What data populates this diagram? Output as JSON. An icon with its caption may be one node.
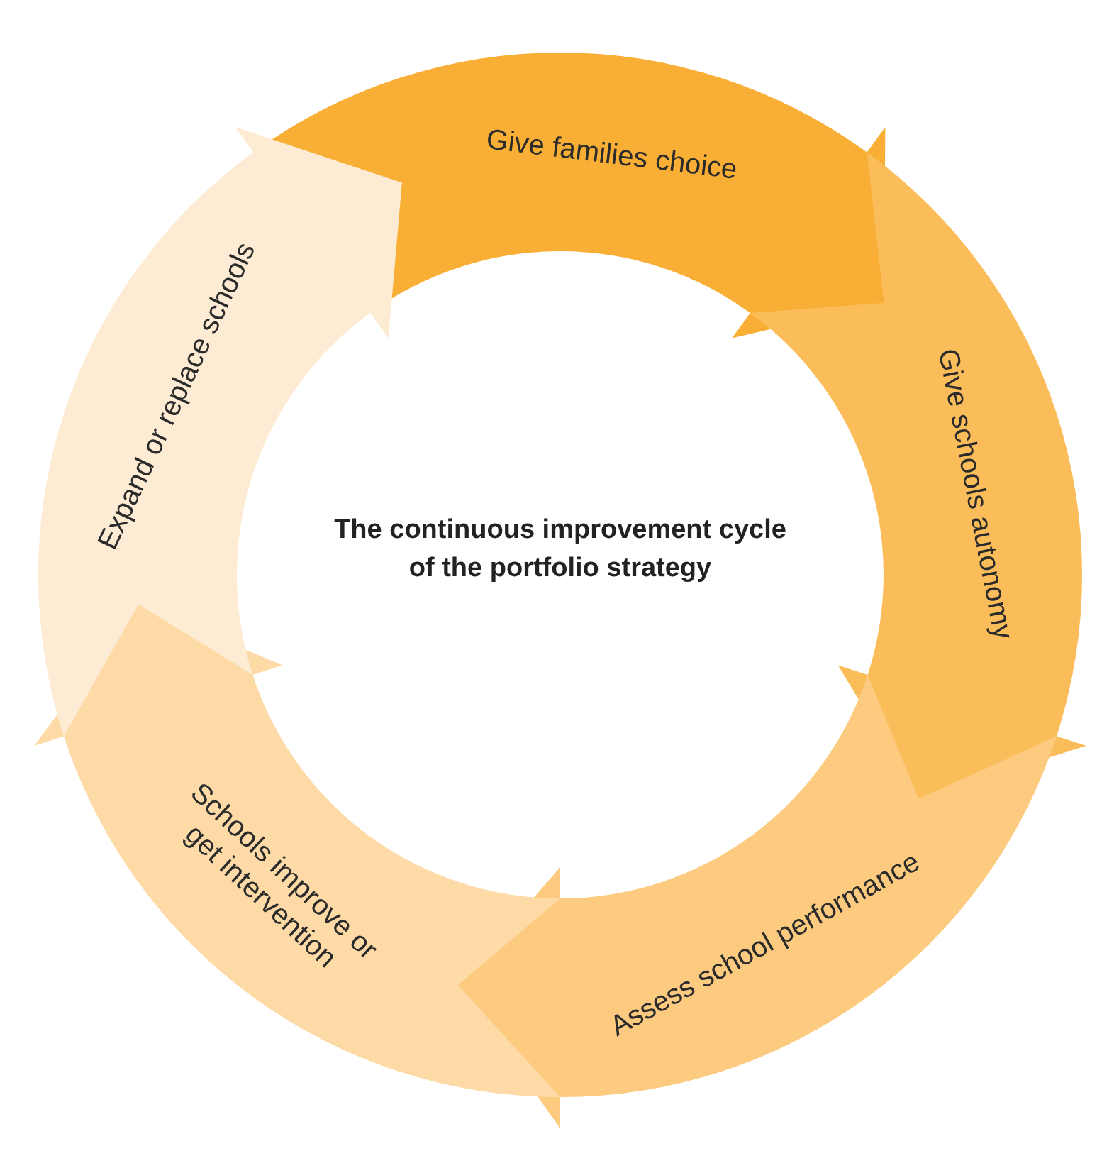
{
  "diagram": {
    "title": "The continuous improvement cycle of the portfolio strategy",
    "nodes": [
      {
        "text": [
          "Give families choice"
        ]
      },
      {
        "text": [
          "Give schools autonomy"
        ]
      },
      {
        "text": [
          "Assess school performance"
        ]
      },
      {
        "text": [
          "Schools improve or get intervention"
        ]
      },
      {
        "text": [
          "Expand or replace schools"
        ]
      }
    ]
  }
}
